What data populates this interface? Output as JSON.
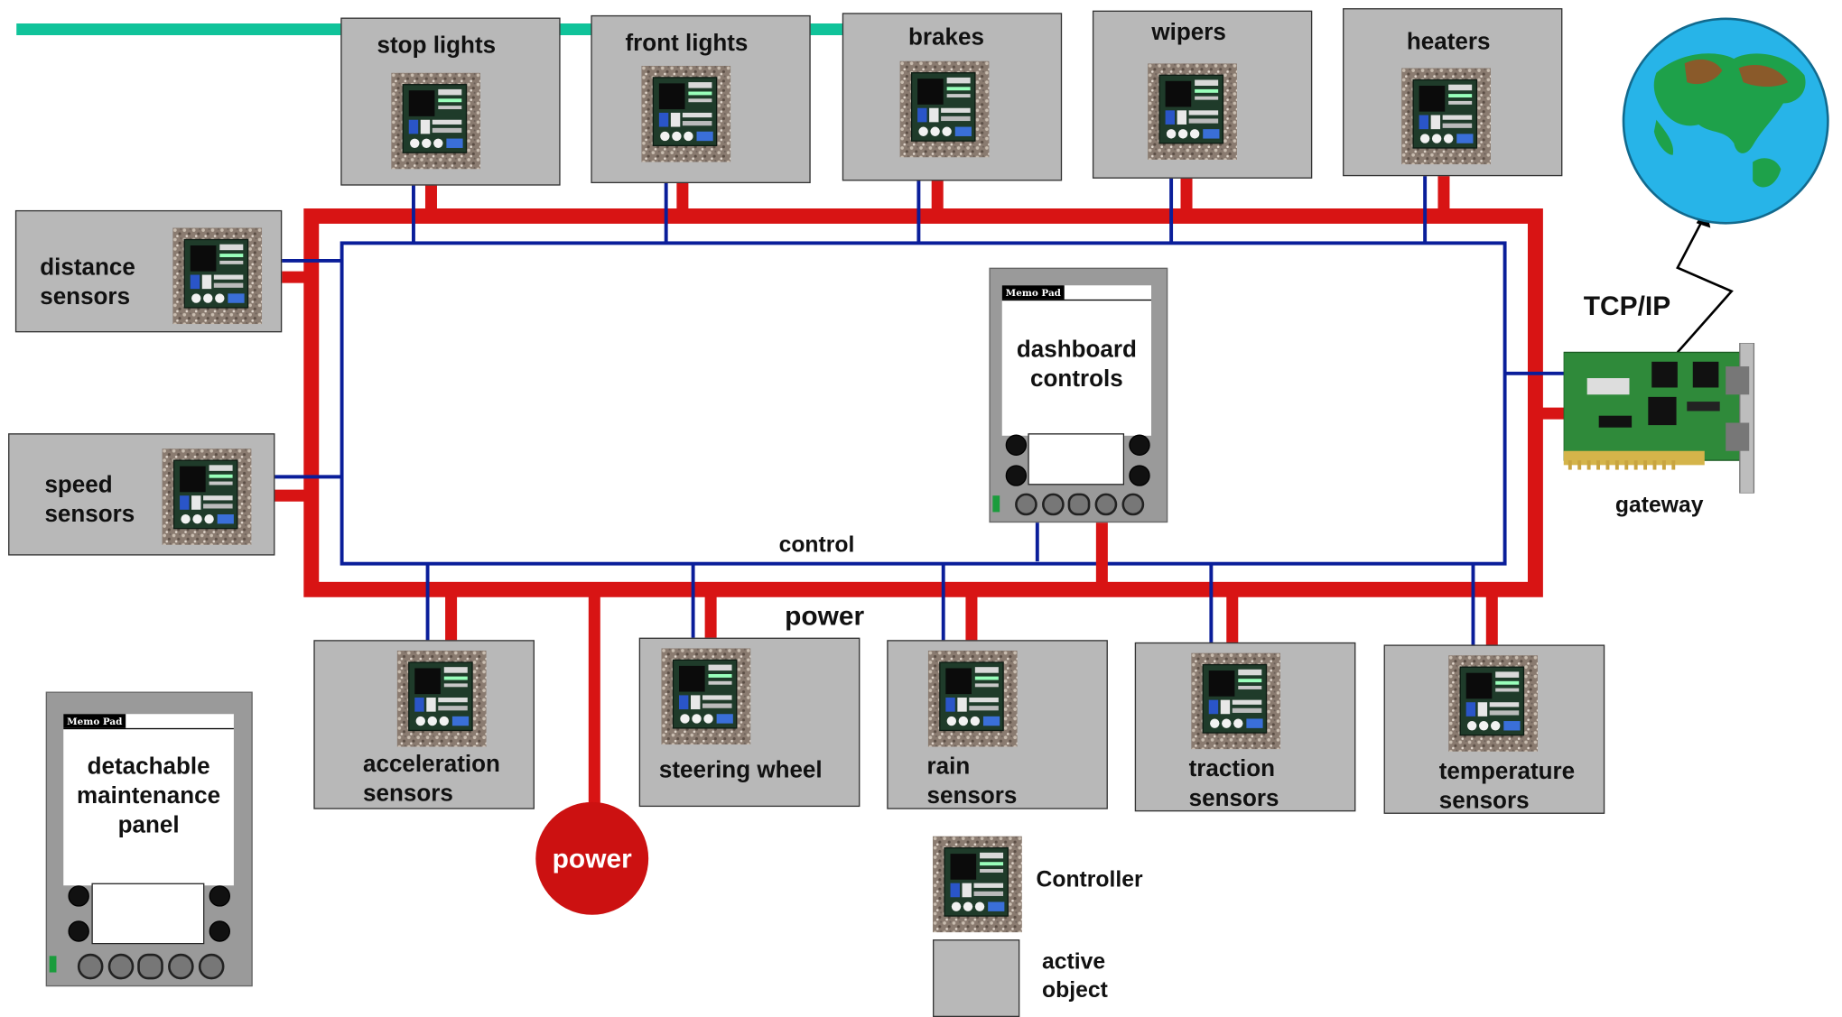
{
  "colors": {
    "power_bus": "#d81414",
    "control_bus": "#0a1e9a",
    "network_line": "#10c39a",
    "box_fill": "#b8b8b8",
    "power_node": "#cc1111"
  },
  "bus_labels": {
    "control": "control",
    "power": "power"
  },
  "top_nodes": [
    {
      "id": "stop-lights",
      "label": "stop lights"
    },
    {
      "id": "front-lights",
      "label": "front lights"
    },
    {
      "id": "brakes",
      "label": "brakes"
    },
    {
      "id": "wipers",
      "label": "wipers"
    },
    {
      "id": "heaters",
      "label": "heaters"
    }
  ],
  "left_nodes": [
    {
      "id": "distance-sensors",
      "label_line1": "distance",
      "label_line2": "sensors"
    },
    {
      "id": "speed-sensors",
      "label_line1": "speed",
      "label_line2": "sensors"
    }
  ],
  "bottom_nodes": [
    {
      "id": "acceleration-sensors",
      "label_line1": "acceleration",
      "label_line2": "sensors"
    },
    {
      "id": "steering-wheel",
      "label_line1": "steering wheel",
      "label_line2": ""
    },
    {
      "id": "rain-sensors",
      "label_line1": "rain",
      "label_line2": "sensors"
    },
    {
      "id": "traction-sensors",
      "label_line1": "traction",
      "label_line2": "sensors"
    },
    {
      "id": "temperature-sensors",
      "label_line1": "temperature",
      "label_line2": "sensors"
    }
  ],
  "dashboard": {
    "header": "Memo Pad",
    "line1": "dashboard",
    "line2": "controls"
  },
  "maintenance": {
    "header": "Memo Pad",
    "line1": "detachable",
    "line2": "maintenance",
    "line3": "panel"
  },
  "gateway": {
    "label": "gateway",
    "protocol": "TCP/IP"
  },
  "power_source": {
    "label": "power"
  },
  "legend": {
    "controller": "Controller",
    "active_object_line1": "active",
    "active_object_line2": "object"
  },
  "icons": {
    "controller": "circuit-board-icon",
    "globe": "globe-icon",
    "gateway_card": "network-card-icon",
    "pda": "pda-icon"
  }
}
